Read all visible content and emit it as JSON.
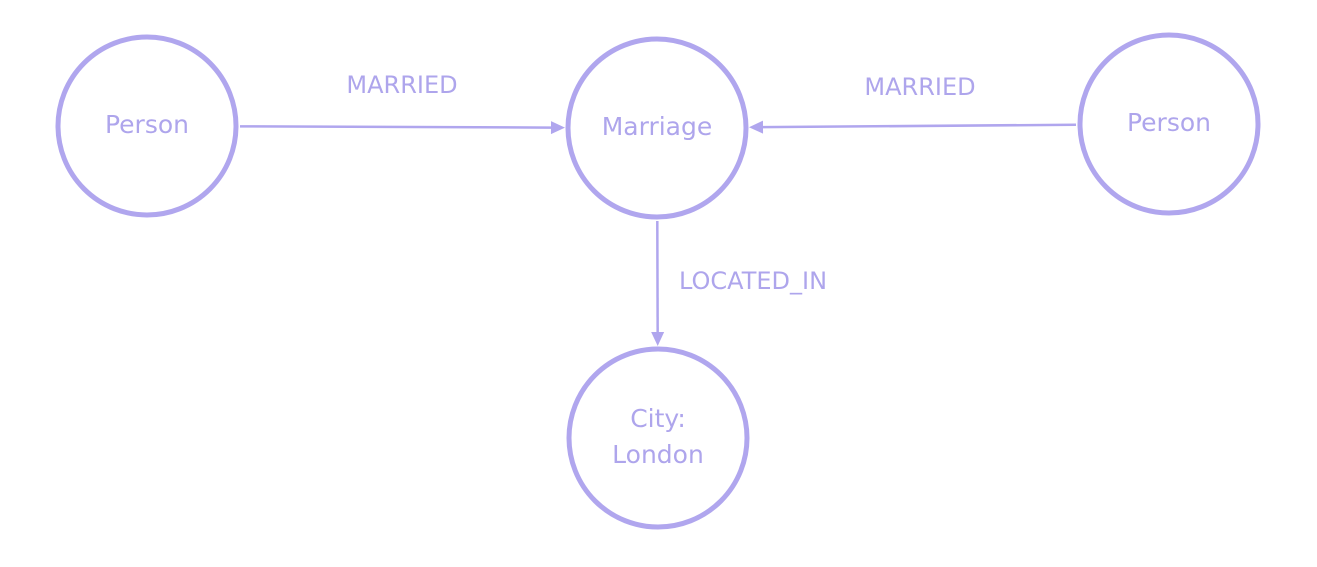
{
  "nodes": [
    {
      "id": "person-left",
      "lines": [
        "Person"
      ]
    },
    {
      "id": "marriage",
      "lines": [
        "Marriage"
      ]
    },
    {
      "id": "person-right",
      "lines": [
        "Person"
      ]
    },
    {
      "id": "city-london",
      "lines": [
        "City:",
        "London"
      ]
    }
  ],
  "edges": [
    {
      "from": "person-left",
      "to": "marriage",
      "label": "MARRIED"
    },
    {
      "from": "person-right",
      "to": "marriage",
      "label": "MARRIED"
    },
    {
      "from": "marriage",
      "to": "city-london",
      "label": "LOCATED_IN"
    }
  ],
  "colors": {
    "stroke": "#b0a6ee",
    "text": "#aea5ec",
    "background": "#ffffff"
  }
}
